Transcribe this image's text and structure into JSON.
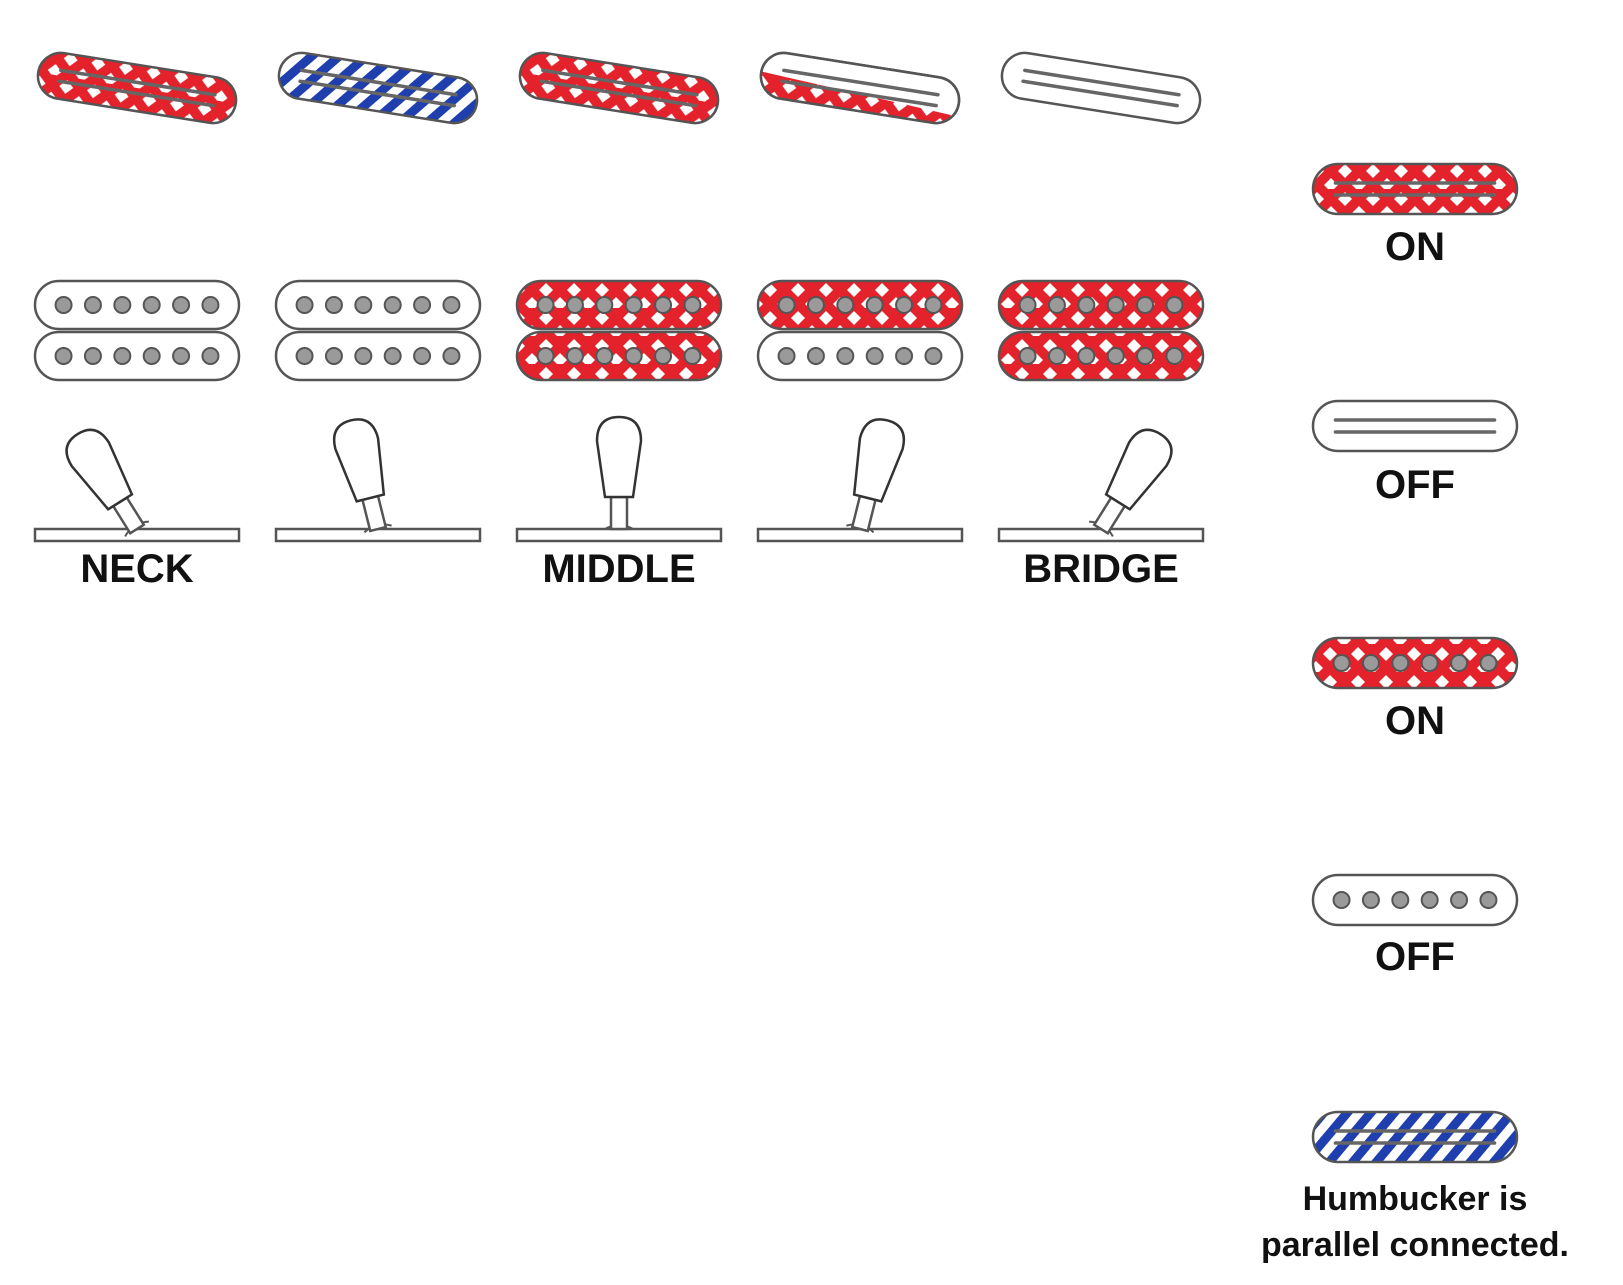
{
  "colors": {
    "active_red": "#e3222b",
    "parallel_blue": "#1f3fae",
    "outline": "#555555",
    "pole_fill": "#9a9a9a",
    "background": "#ffffff"
  },
  "positions": [
    {
      "id": "pos1",
      "label": "NECK",
      "single_coil": "on",
      "humbucker_top": "off",
      "humbucker_bottom": "off",
      "lever": "neck"
    },
    {
      "id": "pos2",
      "label": "",
      "single_coil": "parallel",
      "humbucker_top": "off",
      "humbucker_bottom": "off",
      "lever": "neck-middle"
    },
    {
      "id": "pos3",
      "label": "MIDDLE",
      "single_coil": "on",
      "humbucker_top": "on",
      "humbucker_bottom": "on",
      "lever": "middle"
    },
    {
      "id": "pos4",
      "label": "",
      "single_coil": "partial",
      "humbucker_top": "on",
      "humbucker_bottom": "off",
      "lever": "middle-bridge"
    },
    {
      "id": "pos5",
      "label": "BRIDGE",
      "single_coil": "off",
      "humbucker_top": "on",
      "humbucker_bottom": "on",
      "lever": "bridge"
    }
  ],
  "legend": {
    "rail_on_label": "ON",
    "rail_off_label": "OFF",
    "pole_on_label": "ON",
    "pole_off_label": "OFF",
    "parallel_line1": "Humbucker is",
    "parallel_line2": "parallel connected."
  },
  "icons": {
    "rail_pickup": "rail-pickup-icon",
    "pole_pickup": "pole-pickup-icon",
    "selector_switch": "selector-switch-icon"
  }
}
